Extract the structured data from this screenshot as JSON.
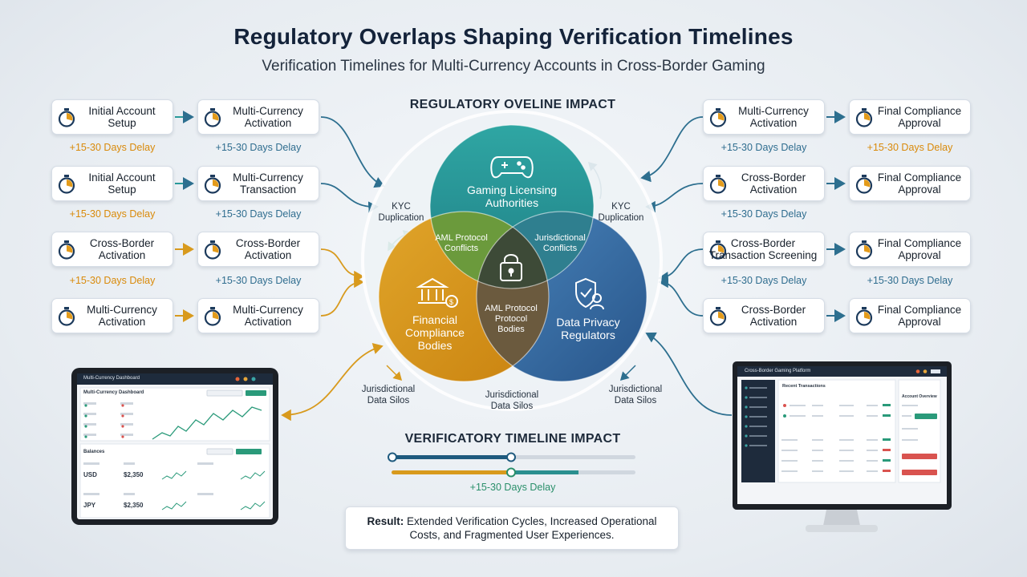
{
  "title": "Regulatory Overlaps Shaping Verification Timelines",
  "subtitle": "Verification Timelines for Multi-Currency Accounts in Cross-Border Gaming",
  "colors": {
    "teal": "#2a9a9a",
    "gold": "#d89a1d",
    "blue": "#3b6fa3",
    "green_overlap": "#5f8d3e",
    "center": "#3e4b3a",
    "orange_text": "#d98a0a",
    "blue_text": "#2f6d8f",
    "arrow": "#2d6f8f"
  },
  "venn": {
    "heading": "REGULATORY OVELINE IMPACT",
    "gaming": "Gaming Licensing Authorities",
    "financial": "Financial Compliance Bodies",
    "privacy": "Data Privacy Regulators",
    "overlap_left": "AML Protocol Conflicts",
    "overlap_right": "Jurisdictional Conflicts",
    "overlap_bottom": "AML Protocol Protocol Bodies",
    "kyc_left": "KYC Duplication",
    "kyc_right": "KYC Duplication",
    "silos_left": "Jurisdictional Data Silos",
    "silos_center": "Jurisdictional Data Silos",
    "silos_right": "Jurisdictional Data Silos"
  },
  "left_rows": [
    {
      "a": "Initial Account Setup",
      "a_delay": "+15-30 Days Delay",
      "b": "Multi-Currency Activation",
      "b_delay": "+15-30 Days Delay"
    },
    {
      "a": "Initial Account Setup",
      "a_delay": "+15-30 Days Delay",
      "b": "Multi-Currency Transaction",
      "b_delay": "+15-30 Days Delay"
    },
    {
      "a": "Cross-Border Activation",
      "a_delay": "+15-30 Days Delay",
      "b": "Cross-Border Activation",
      "b_delay": "+15-30 Days Delay"
    },
    {
      "a": "Multi-Currency Activation",
      "a_delay": "",
      "b": "Multi-Currency Activation",
      "b_delay": ""
    }
  ],
  "right_rows": [
    {
      "a": "Multi-Currency Activation",
      "a_delay": "+15-30 Days Delay",
      "b": "Final Compliance Approval",
      "b_delay": "+15-30 Days Delay"
    },
    {
      "a": "Cross-Border Activation",
      "a_delay": "+15-30 Days Delay",
      "b": "Final Compliance Approval",
      "b_delay": ""
    },
    {
      "a": "Cross-Border Transaction Screening",
      "a_delay": "+15-30 Days Delay",
      "b": "Final Compliance Approval",
      "b_delay": "+15-30 Days Delay"
    },
    {
      "a": "Cross-Border Activation",
      "a_delay": "",
      "b": "Final Compliance Approval",
      "b_delay": ""
    }
  ],
  "timeline": {
    "heading": "VERIFICATORY TIMELINE IMPACT",
    "delay": "+15-30 Days Delay",
    "bar1_progress": 0.49,
    "bar2_progress": 0.49
  },
  "result": {
    "label": "Result:",
    "text": "Extended Verification Cycles, Increased Operational Costs, and Fragmented User Experiences."
  },
  "tablet": {
    "header": "Multi-Currency Dashboard",
    "panel_title": "Multi-Currency Dashboard",
    "balances_title": "Balances",
    "currencies": [
      "USD",
      "JPY"
    ],
    "amounts": [
      "$2,350",
      "$2,350"
    ]
  },
  "monitor": {
    "header": "Cross-Border Gaming Platform",
    "panel_title": "Recent Transactions",
    "right_title": "Account Overview"
  },
  "icons": {
    "card_icon": "stopwatch-icon",
    "gaming": "gamepad-icon",
    "financial": "bank-icon",
    "privacy": "shield-user-icon",
    "center": "padlock-icon"
  }
}
